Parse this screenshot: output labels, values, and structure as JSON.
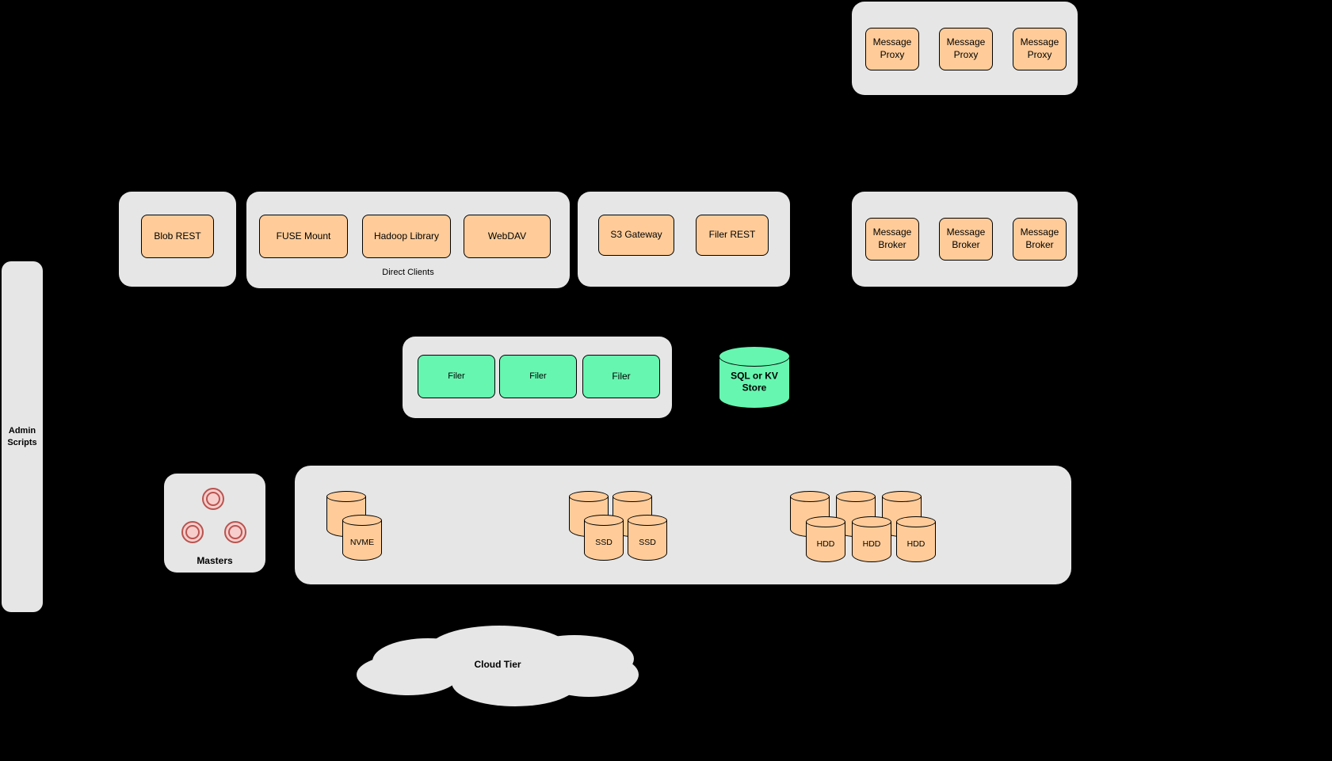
{
  "canvas": {
    "background": "#000000"
  },
  "colors": {
    "group_bg": "#e6e6e6",
    "node_orange": "#ffcc99",
    "node_green": "#66f6b0",
    "node_pink": "#f8cecc",
    "pink_border": "#b85450",
    "outline": "#000000"
  },
  "proxy_group": {
    "items": [
      {
        "label": "Message Proxy"
      },
      {
        "label": "Message Proxy"
      },
      {
        "label": "Message Proxy"
      }
    ]
  },
  "blob_group": {
    "items": [
      {
        "label": "Blob REST"
      }
    ]
  },
  "direct_group": {
    "label": "Direct Clients",
    "items": [
      {
        "label": "FUSE Mount"
      },
      {
        "label": "Hadoop Library"
      },
      {
        "label": "WebDAV"
      }
    ]
  },
  "gateway_group": {
    "items": [
      {
        "label": "S3 Gateway"
      },
      {
        "label": "Filer REST"
      }
    ]
  },
  "broker_group": {
    "items": [
      {
        "label": "Message Broker"
      },
      {
        "label": "Message Broker"
      },
      {
        "label": "Message Broker"
      }
    ]
  },
  "filer_group": {
    "items": [
      {
        "label": "Filer"
      },
      {
        "label": "Filer"
      },
      {
        "label": "Filer"
      }
    ]
  },
  "store": {
    "label": "SQL or KV Store"
  },
  "admin": {
    "label": "Admin Scripts"
  },
  "masters": {
    "label": "Masters"
  },
  "volumes": {
    "nvme": {
      "label": "NVME"
    },
    "ssd": {
      "items": [
        {
          "label": "SSD"
        },
        {
          "label": "SSD"
        }
      ]
    },
    "hdd": {
      "items": [
        {
          "label": "HDD"
        },
        {
          "label": "HDD"
        },
        {
          "label": "HDD"
        }
      ]
    }
  },
  "cloud": {
    "label": "Cloud Tier"
  }
}
